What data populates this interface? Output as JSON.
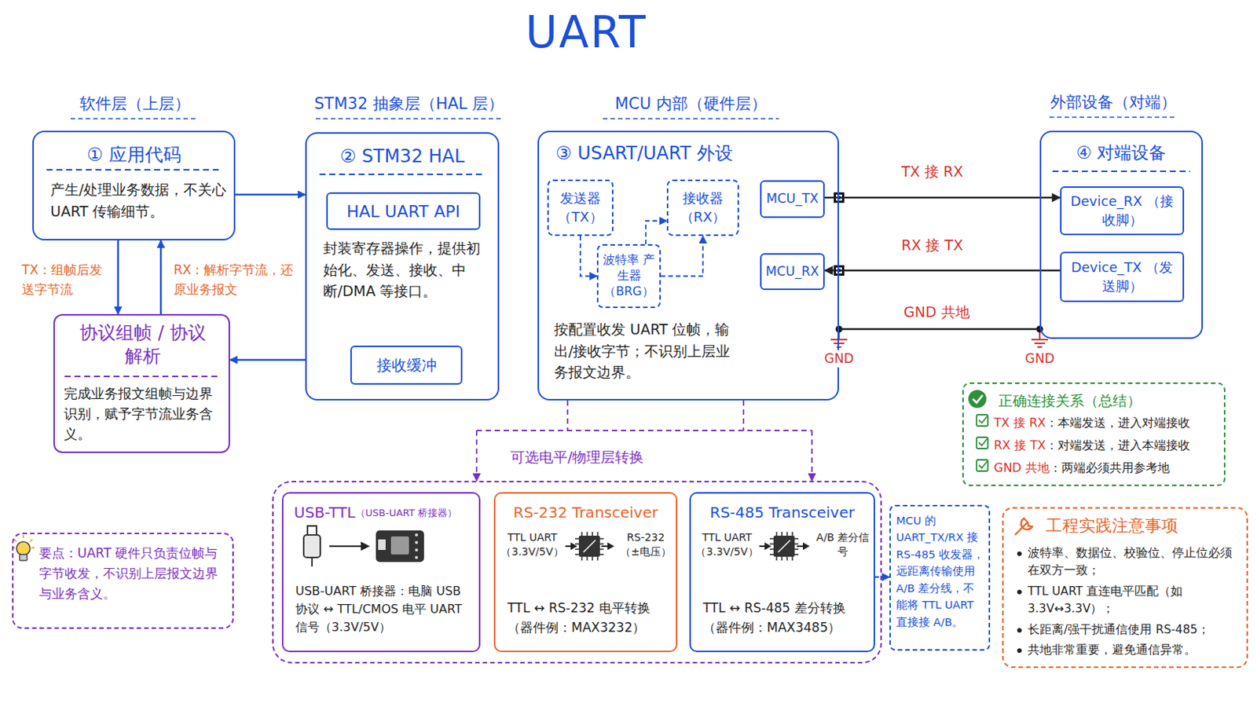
{
  "diagram": {
    "title": "UART",
    "nodes": [
      {
        "text": [
          "① 应用代码",
          "产生/处理业务数据，不关心 UART 传输细节。"
        ]
      },
      {
        "text": [
          "协议组帧 / 协议解析",
          "完成业务报文组帧与边界识别，赋予字节流业务含义。"
        ]
      },
      {
        "text": [
          "② STM32 HAL",
          "封装寄存器操作，提供初始化、发送、接收、中断/DMA 等接口。"
        ]
      },
      {
        "text": [
          "HAL UART API"
        ],
        "in": 2
      },
      {
        "text": [
          "接收缓冲"
        ],
        "in": 2
      },
      {
        "text": [
          "③ USART/UART 外设",
          "按配置收发 UART 位帧，输出/接收字节；不识别上层业务报文边界。"
        ]
      },
      {
        "text": [
          "发送器 （TX）"
        ],
        "in": 5
      },
      {
        "text": [
          "接收器 （RX）"
        ],
        "in": 5
      },
      {
        "text": [
          "波特率 产生器 （BRG）"
        ],
        "in": 5
      },
      {
        "text": [
          "MCU_TX"
        ],
        "in": 5
      },
      {
        "text": [
          "MCU_RX"
        ],
        "in": 5
      },
      {
        "text": [
          "④ 对端设备"
        ]
      },
      {
        "text": [
          "Device_RX （接收脚）"
        ],
        "in": 11
      },
      {
        "text": [
          "Device_TX （发送脚）"
        ],
        "in": 11
      },
      {
        "text": [
          "可选电平/物理层转换"
        ]
      },
      {
        "text": [
          "USB-TTL",
          "（USB-UART 桥接器）",
          "USB-UART 桥接器：电脑 USB 协议 ↔ TTL/CMOS 电平 UART 信号（3.3V/5V）"
        ],
        "in": 14
      },
      {
        "text": [
          "RS-232 Transceiver",
          "TTL ↔ RS-232 电平转换 （器件例：MAX3232）"
        ],
        "in": 14
      },
      {
        "text": [
          "RS-485 Transceiver",
          "TTL ↔ RS-485 差分转换 （器件例：MAX3485）"
        ],
        "in": 14
      },
      {
        "text": [
          "MCU 的 UART_TX/RX 接 RS-485 收发器，远距离传输使用 A/B 差分线，不能将 TTL UART 直接接 A/B。"
        ]
      },
      {
        "text": [
          "正确连接关系（总结）",
          "TX 接 RX",
          "：本端发送，进入对端接收",
          "RX 接 TX",
          "：对端发送，进入本端接收",
          "GND 共地",
          "：两端必须共用参考地"
        ]
      },
      {
        "text": [
          "工程实践注意事项",
          "波特率、数据位、校验位、停止位必须在双方一致；",
          "TTL UART 直连电平匹配（如 3.3V↔3.3V）；",
          "长距离/强干扰通信使用 RS-485；",
          "共地非常重要，避免通信异常。"
        ]
      },
      {
        "text": [
          "要点：UART 硬件只负责位帧与字节收发，不识别上层报文边界与业务含义。"
        ]
      }
    ],
    "edges": [
      {
        "from": 0,
        "to": 2,
        "arrow": "to"
      },
      {
        "from": 2,
        "to": 1,
        "arrow": "to"
      },
      {
        "from": 0,
        "to": 1,
        "arrow": "to",
        "label": "TX：组帧后发送字节流"
      },
      {
        "from": 1,
        "to": 0,
        "arrow": "to",
        "label": "RX：解析字节流，还原业务报文"
      },
      {
        "from": 9,
        "to": 12,
        "arrow": "to",
        "label": "TX 接 RX"
      },
      {
        "from": 13,
        "to": 10,
        "arrow": "to",
        "label": "RX 接 TX"
      },
      {
        "from": 5,
        "to": 11,
        "arrow": "none",
        "label": "GND 共地"
      },
      {
        "from": 6,
        "to": 8,
        "arrow": "to"
      },
      {
        "from": 8,
        "to": 7,
        "arrow": "to"
      },
      {
        "from": 8,
        "to": 7,
        "arrow": "to"
      },
      {
        "from": 5,
        "to": 14,
        "arrow": "to"
      },
      {
        "from": 17,
        "to": 18,
        "arrow": "to"
      }
    ],
    "labels": [
      "软件层（上层）",
      "STM32 抽象层（HAL 层）",
      "MCU 内部（硬件层）",
      "外部设备（对端）",
      "GND",
      "GND",
      "TTL UART （3.3V/5V）",
      "RS-232 （±电压）",
      "TTL UART （3.3V/5V）",
      "A/B 差分信号"
    ]
  }
}
